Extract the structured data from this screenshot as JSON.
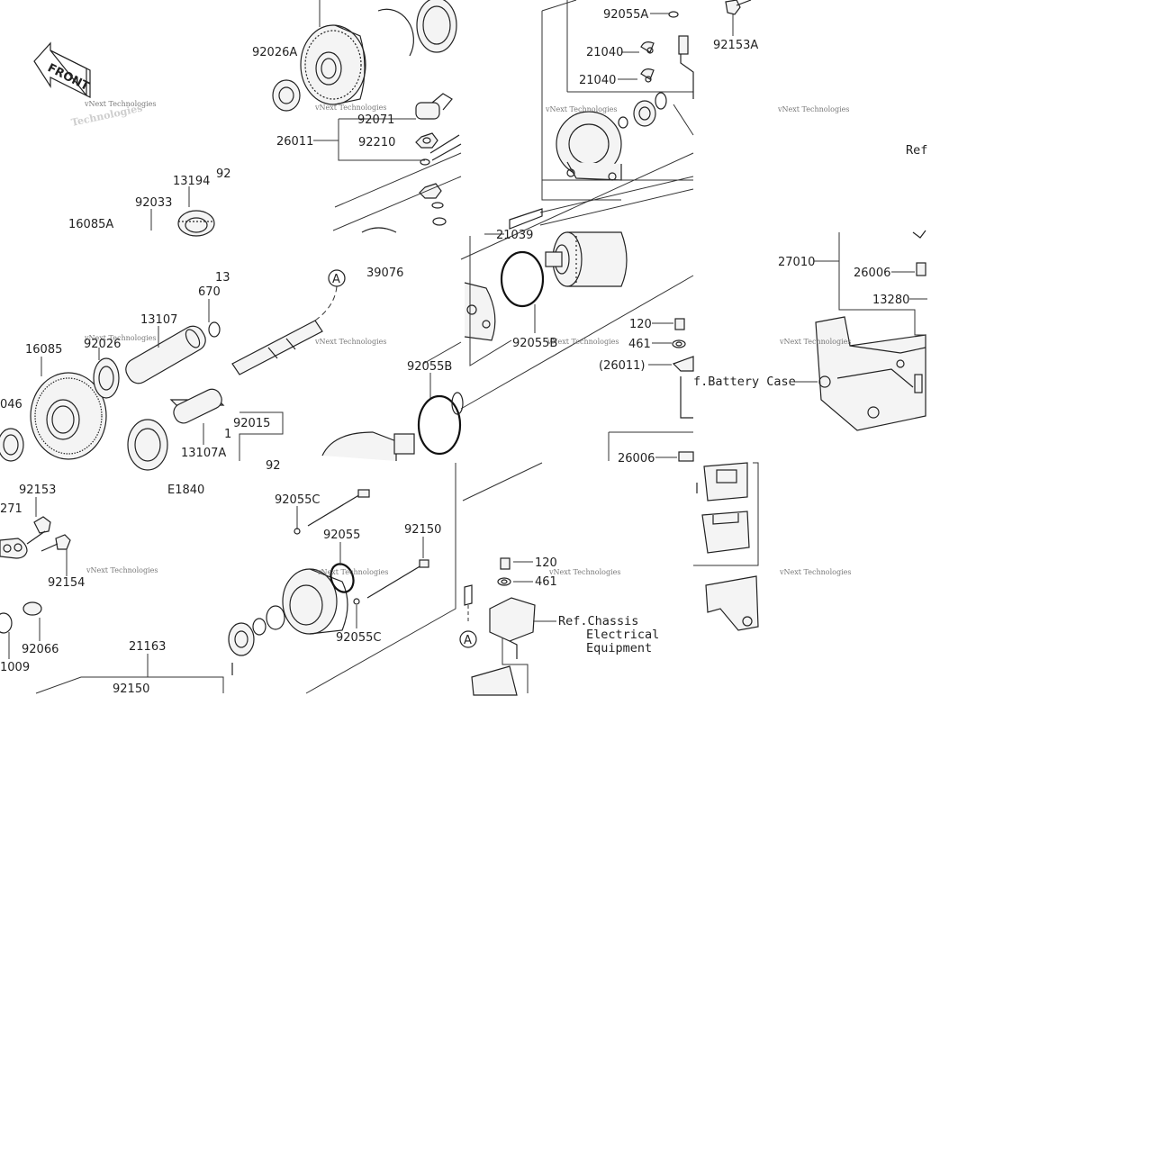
{
  "diagram": {
    "front_label": "FRONT",
    "figure_code": "E1840",
    "callout_marker": "A",
    "watermark": "vNext Technologies",
    "part_numbers": [
      "92026A",
      "92071",
      "92210",
      "26011",
      "39076",
      "13194",
      "92033",
      "16085A",
      "670",
      "13107",
      "92026",
      "16085",
      "046",
      "13107A",
      "92015",
      "21039",
      "92055B",
      "92055B",
      "92055A",
      "21040",
      "21040",
      "92153A",
      "120",
      "461",
      "(26011)",
      "27010",
      "26006",
      "13280",
      "26006",
      "92153",
      "271",
      "92154",
      "92066",
      "1009",
      "21163",
      "92150",
      "92055C",
      "92055",
      "92150",
      "92055C",
      "120",
      "461",
      "13",
      "1",
      "92",
      "92"
    ],
    "references": {
      "battery_case": "f.Battery Case",
      "chassis_line1": "Ref.Chassis",
      "chassis_line2": "Electrical",
      "chassis_line3": "Equipment",
      "ref_partial": "Ref"
    }
  }
}
